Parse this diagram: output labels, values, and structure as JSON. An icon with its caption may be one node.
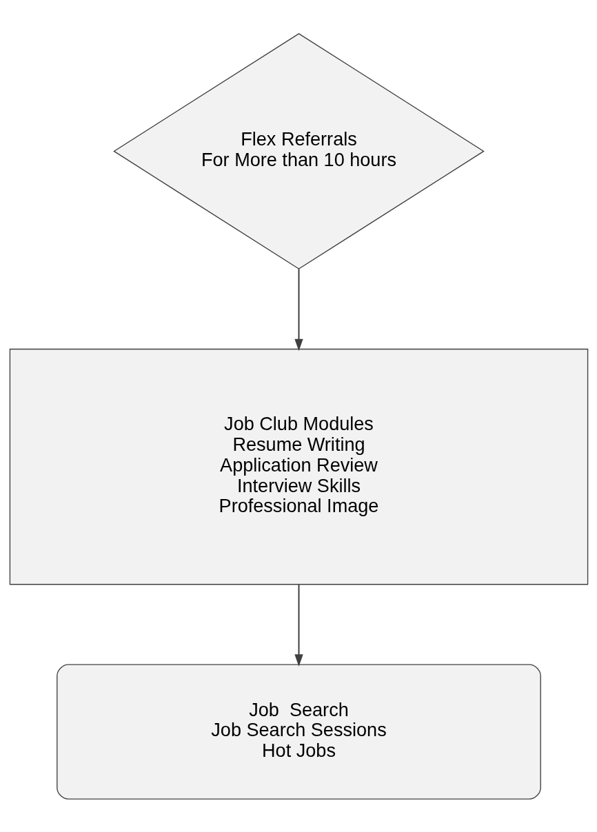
{
  "diagram": {
    "nodes": [
      {
        "text": [
          "Flex Referrals",
          "For More than 10 hours"
        ]
      },
      {
        "text": [
          "Job Club Modules",
          "Resume Writing",
          "Application Review",
          "Interview Skills",
          "Professional Image"
        ]
      },
      {
        "text": [
          "Job  Search",
          "Job Search Sessions",
          "Hot Jobs"
        ]
      }
    ],
    "edges": [
      {
        "from": 0,
        "to": 1,
        "arrow": "to"
      },
      {
        "from": 1,
        "to": 2,
        "arrow": "to"
      }
    ]
  }
}
